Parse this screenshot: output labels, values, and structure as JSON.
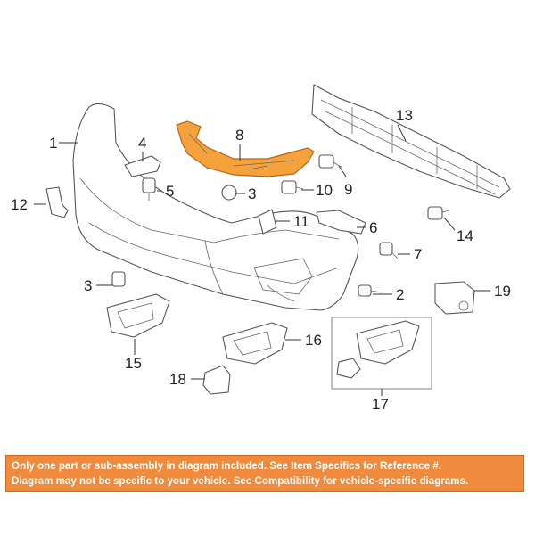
{
  "colors": {
    "highlight": "#f5a23c",
    "banner": "#f08a3c",
    "banner_text": "#ffffff"
  },
  "callouts": {
    "c1": "1",
    "c2": "2",
    "c3a": "3",
    "c3b": "3",
    "c4": "4",
    "c5": "5",
    "c6": "6",
    "c7": "7",
    "c8": "8",
    "c9": "9",
    "c10": "10",
    "c11": "11",
    "c12": "12",
    "c13": "13",
    "c14": "14",
    "c15": "15",
    "c16": "16",
    "c17": "17",
    "c18": "18",
    "c19": "19"
  },
  "banner": {
    "line1": "Only one part or sub-assembly in diagram included. See Item Specifics for Reference #.",
    "line2": "Diagram may not be specific to your vehicle. See Compatibility for vehicle-specific diagrams."
  }
}
